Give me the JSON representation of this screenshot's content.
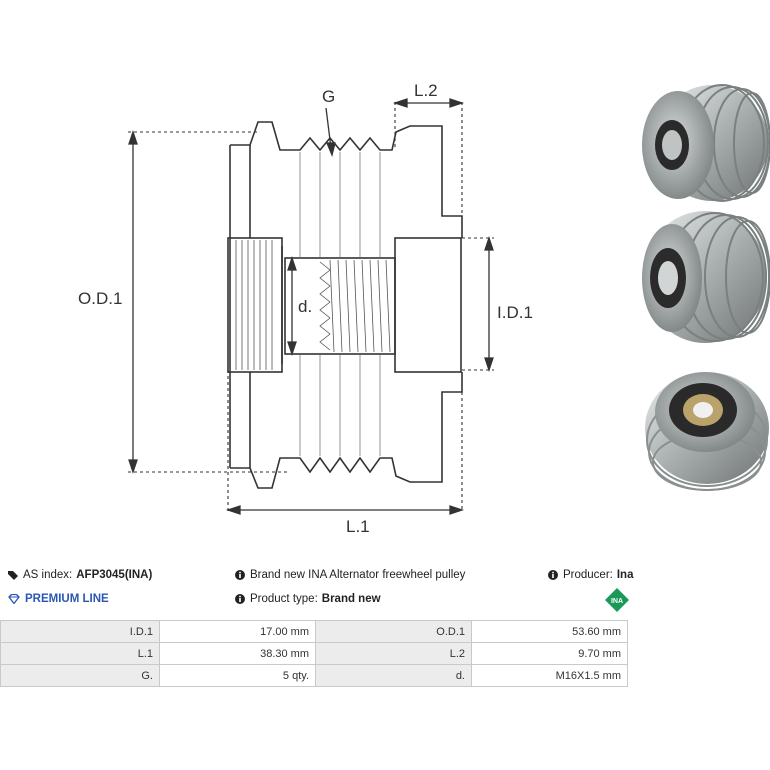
{
  "drawing": {
    "labels": {
      "g": "G",
      "l2": "L.2",
      "od1": "O.D.1",
      "d": "d.",
      "id1": "I.D.1",
      "l1": "L.1"
    }
  },
  "info": {
    "as_index_label": "AS index:",
    "as_index_value": "AFP3045(INA)",
    "description": "Brand new INA Alternator freewheel pulley",
    "producer_label": "Producer:",
    "producer_value": "Ina",
    "premium_line": "PREMIUM LINE",
    "product_type_label": "Product type:",
    "product_type_value": "Brand new",
    "logo_text": "INA"
  },
  "specs": [
    {
      "k1": "I.D.1",
      "v1": "17.00 mm",
      "k2": "O.D.1",
      "v2": "53.60 mm"
    },
    {
      "k1": "L.1",
      "v1": "38.30 mm",
      "k2": "L.2",
      "v2": "9.70 mm"
    },
    {
      "k1": "G.",
      "v1": "5 qty.",
      "k2": "d.",
      "v2": "M16X1.5 mm"
    }
  ],
  "colors": {
    "premium": "#2a57b5",
    "logo": "#1a9a5a",
    "table_key_bg": "#ececec"
  }
}
